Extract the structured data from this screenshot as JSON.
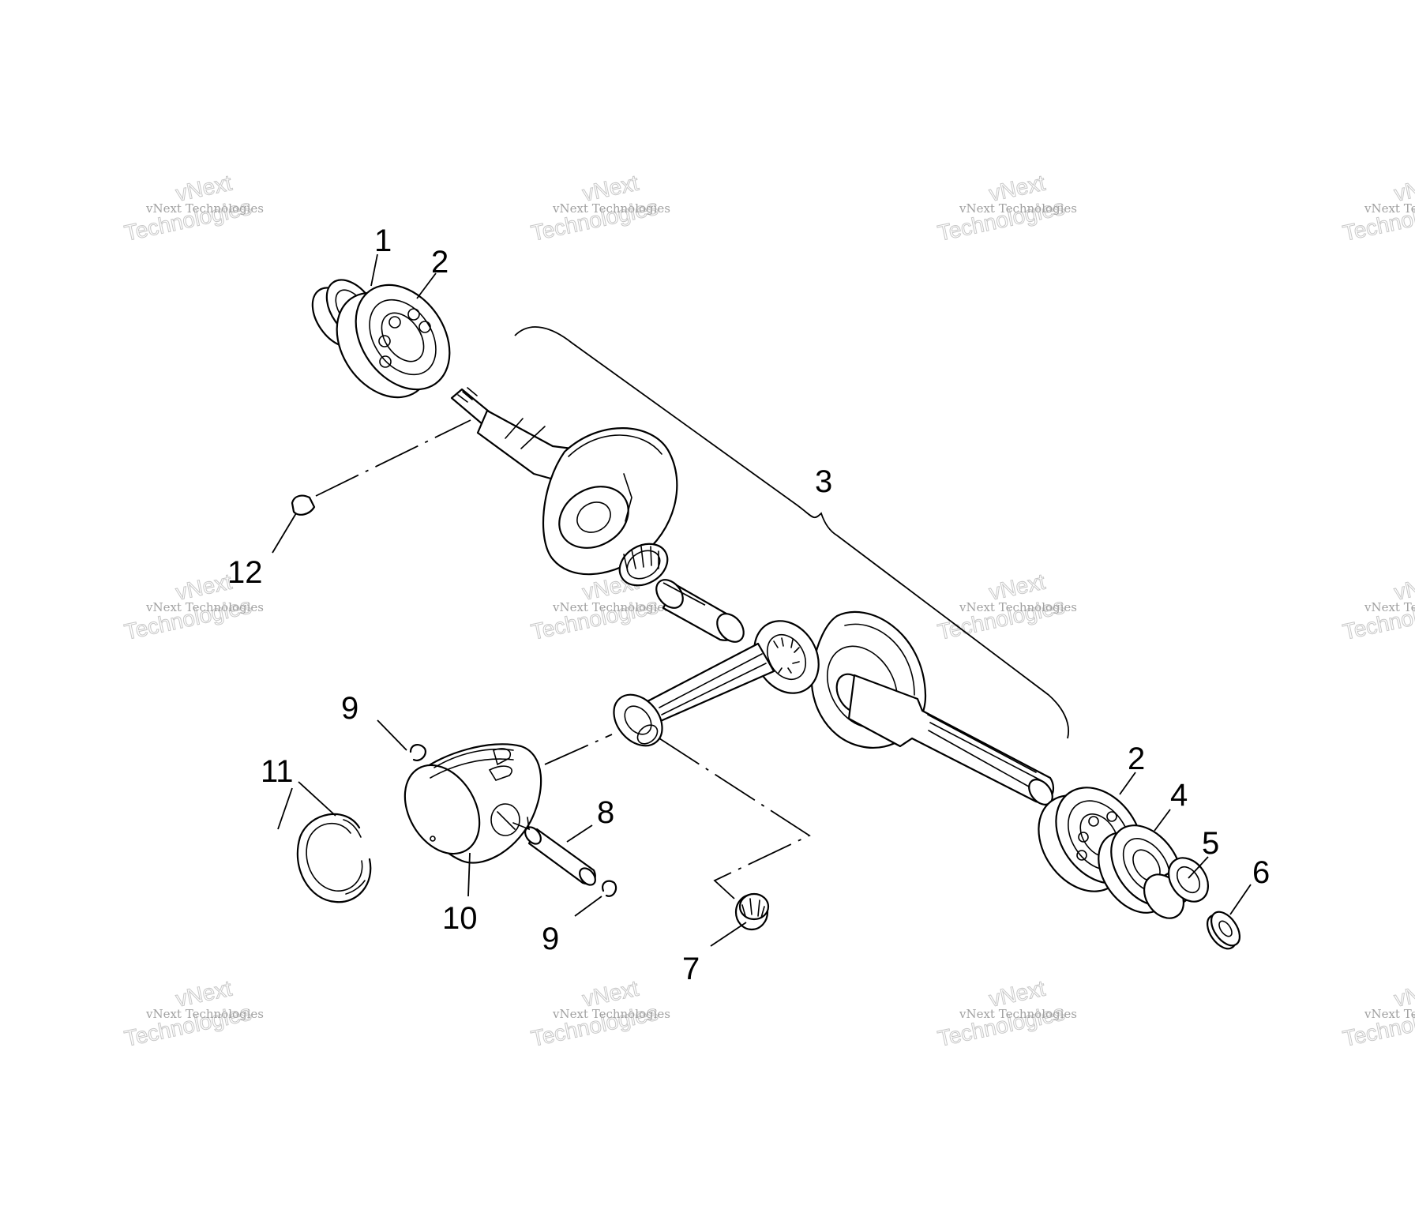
{
  "callouts": {
    "c1": "1",
    "c2a": "2",
    "c2b": "2",
    "c3": "3",
    "c4": "4",
    "c5": "5",
    "c6": "6",
    "c7": "7",
    "c8": "8",
    "c9a": "9",
    "c9b": "9",
    "c10": "10",
    "c11": "11",
    "c12": "12"
  },
  "watermark": {
    "line_small": "vNext Technologies",
    "line_big_top": "vNext",
    "line_big_bottom": "Technologies"
  },
  "colors": {
    "ink": "#000000",
    "background": "#ffffff",
    "watermark": "#9a9a9a"
  }
}
